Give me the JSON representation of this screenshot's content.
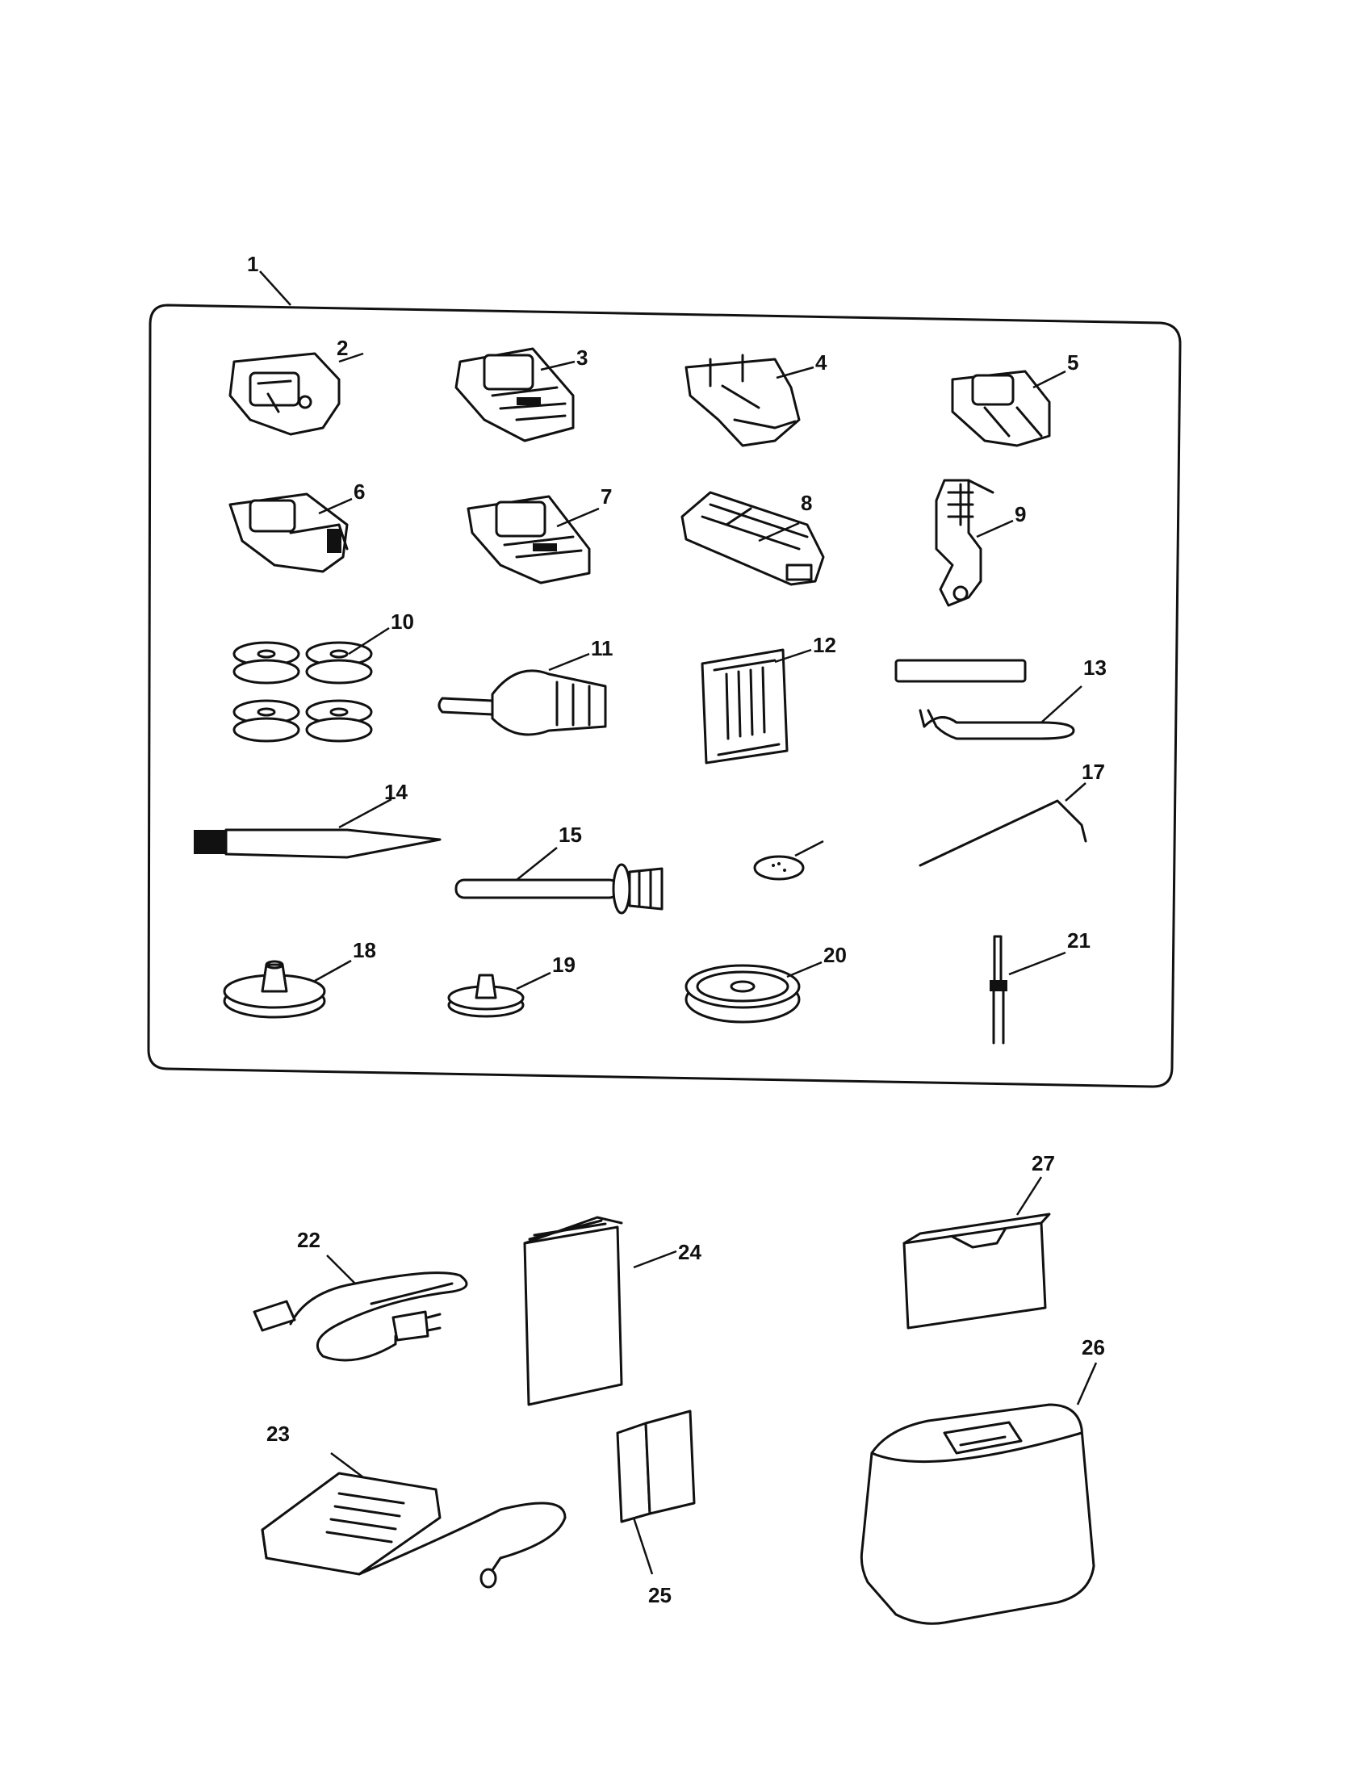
{
  "callouts": [
    {
      "id": "1"
    },
    {
      "id": "2"
    },
    {
      "id": "3"
    },
    {
      "id": "4"
    },
    {
      "id": "5"
    },
    {
      "id": "6"
    },
    {
      "id": "7"
    },
    {
      "id": "8"
    },
    {
      "id": "9"
    },
    {
      "id": "10"
    },
    {
      "id": "11"
    },
    {
      "id": "12"
    },
    {
      "id": "13"
    },
    {
      "id": "14"
    },
    {
      "id": "15"
    },
    {
      "id": "17"
    },
    {
      "id": "18"
    },
    {
      "id": "19"
    },
    {
      "id": "20"
    },
    {
      "id": "21"
    },
    {
      "id": "22"
    },
    {
      "id": "23"
    },
    {
      "id": "24"
    },
    {
      "id": "25"
    },
    {
      "id": "26"
    },
    {
      "id": "27"
    }
  ]
}
